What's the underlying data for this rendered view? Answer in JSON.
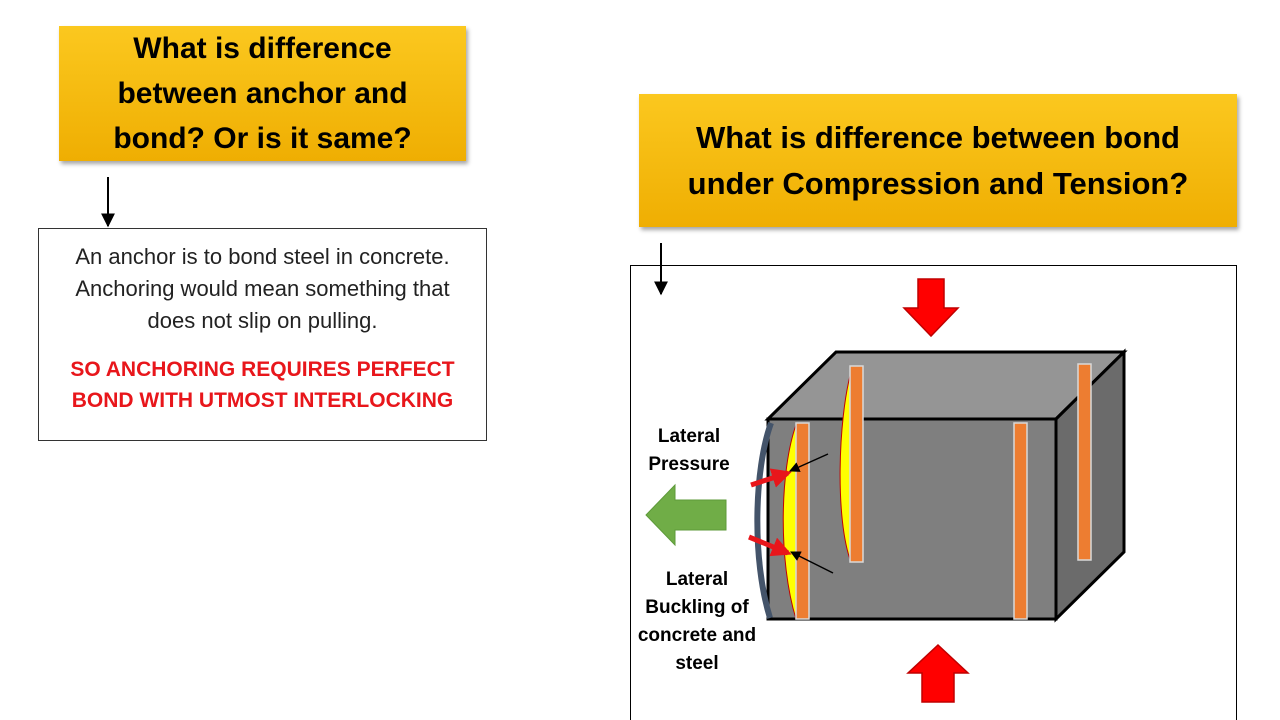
{
  "left": {
    "title": "What is difference between anchor and bond? Or is it same?",
    "answer_lines": [
      "An anchor is to bond steel in concrete.",
      "Anchoring would mean something that",
      "does not slip on pulling."
    ],
    "emphasis_lines": [
      "SO ANCHORING REQUIRES PERFECT",
      "BOND WITH UTMOST INTERLOCKING"
    ]
  },
  "right": {
    "title_lines": [
      "What is difference between bond",
      "under Compression and Tension?"
    ],
    "labels": {
      "lateral_pressure_l1": "Lateral",
      "lateral_pressure_l2": "Pressure",
      "buckling_l1": "Lateral",
      "buckling_l2": "Buckling of",
      "buckling_l3": "concrete and",
      "buckling_l4": "steel"
    }
  },
  "colors": {
    "title_fill": "#f2b705",
    "emphasis_text": "#e8161b",
    "load_arrow": "#ff0000",
    "lateral_arrow": "#70ad47",
    "bar_fill": "#ed7d31",
    "bulge_fill": "#ffff00",
    "block_front": "#7f7f7f",
    "block_top": "#959595",
    "block_side": "#6b6b6b",
    "bulge_outline": "#44546a"
  }
}
